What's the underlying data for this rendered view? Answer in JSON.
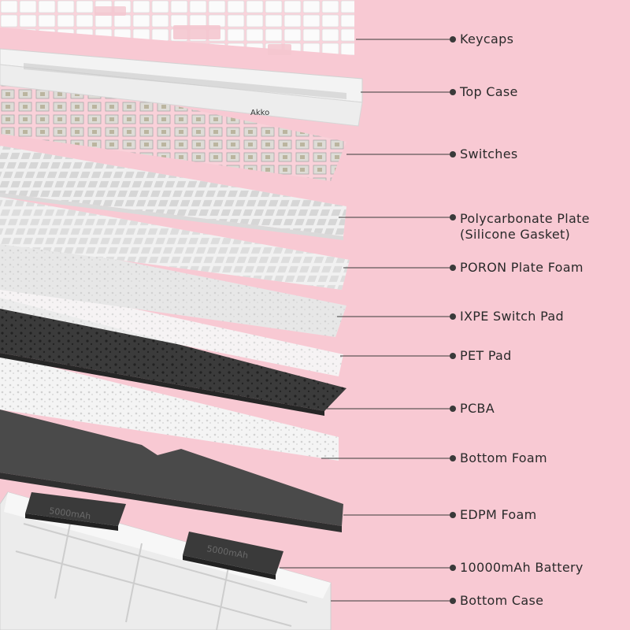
{
  "brand_text": "Akko",
  "battery_markings": [
    "5000mAh",
    "5000mAh"
  ],
  "layers": [
    {
      "name": "keycaps",
      "label": "Keycaps"
    },
    {
      "name": "top-case",
      "label": "Top Case"
    },
    {
      "name": "switches",
      "label": "Switches"
    },
    {
      "name": "polycarbonate-plate",
      "label": "Polycarbonate Plate",
      "label_line2": "(Silicone Gasket)"
    },
    {
      "name": "poron-plate-foam",
      "label": "PORON Plate Foam"
    },
    {
      "name": "ixpe-switch-pad",
      "label": "IXPE Switch Pad"
    },
    {
      "name": "pet-pad",
      "label": "PET Pad"
    },
    {
      "name": "pcba",
      "label": "PCBA"
    },
    {
      "name": "bottom-foam",
      "label": "Bottom Foam"
    },
    {
      "name": "edpm-foam",
      "label": "EDPM Foam"
    },
    {
      "name": "battery",
      "label": "10000mAh Battery"
    },
    {
      "name": "bottom-case",
      "label": "Bottom Case"
    }
  ],
  "colors": {
    "background": "#f8c9d3",
    "leader_line": "#3a3a3a",
    "pcba": "#3b3b3b",
    "edpm_foam": "#4a4a4a",
    "plate_white": "#f2f2f2",
    "keycap_pink": "#f4c7cf"
  }
}
